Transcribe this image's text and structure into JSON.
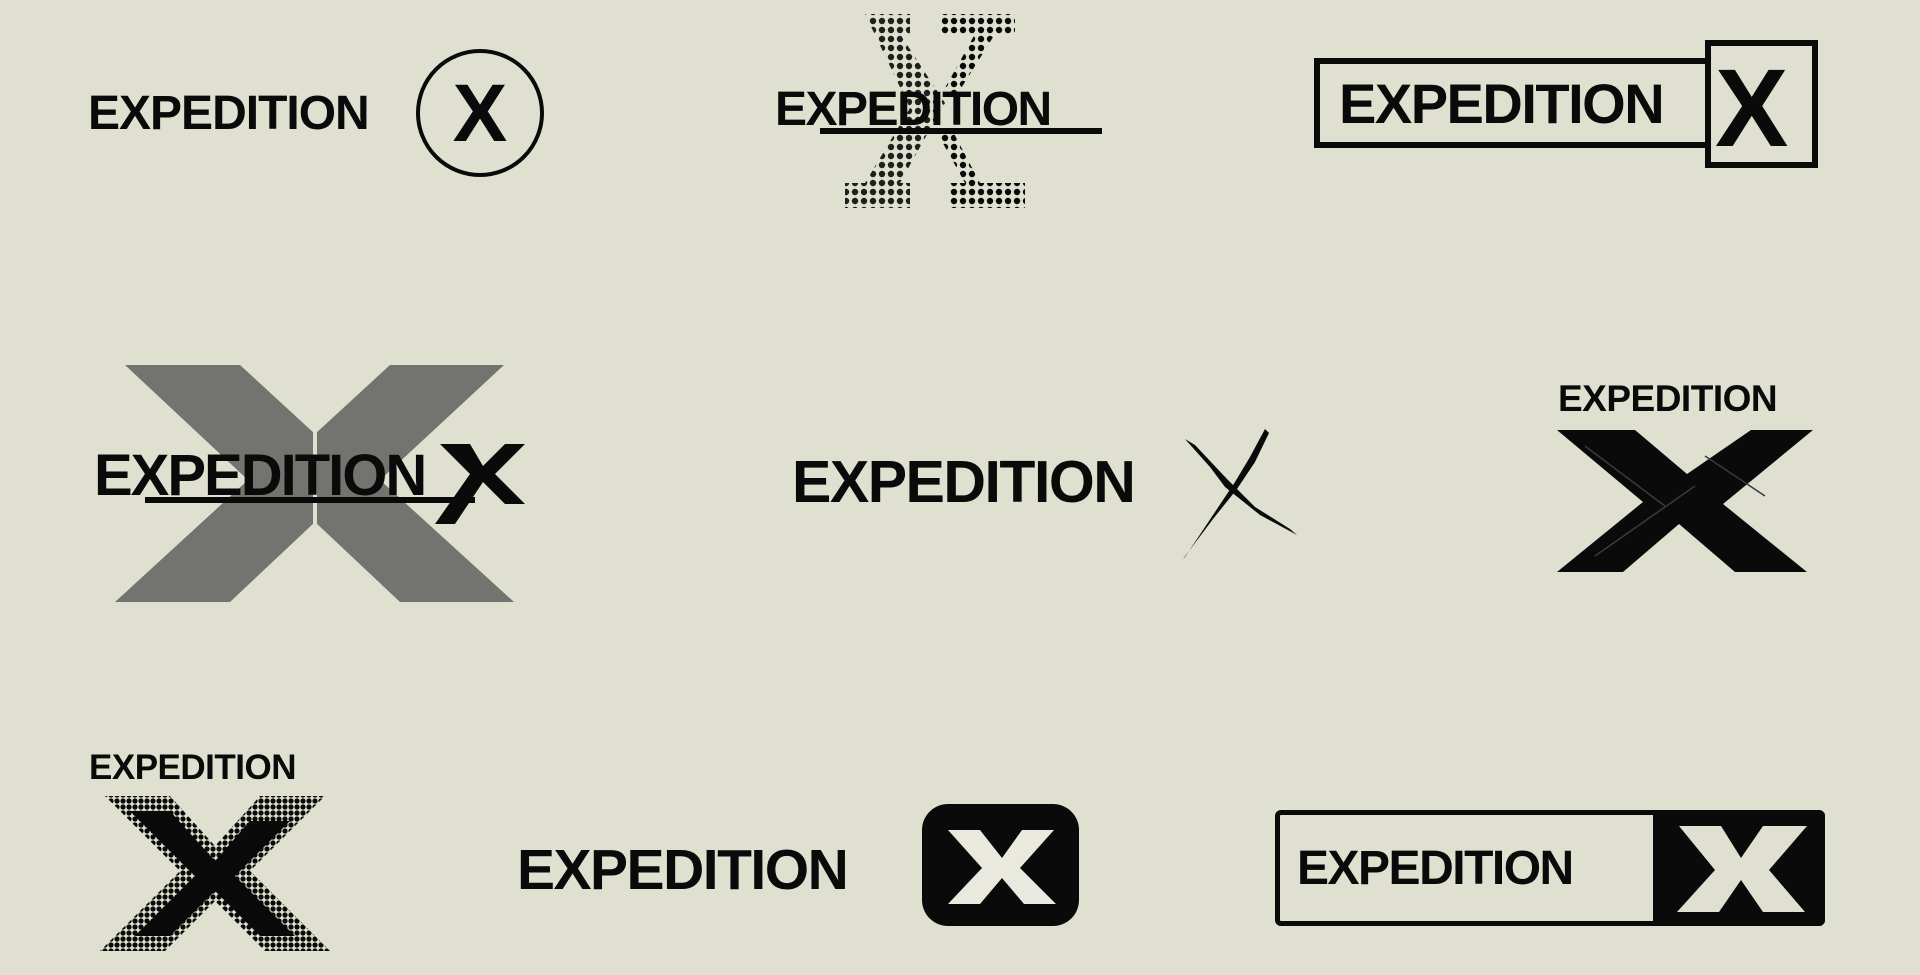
{
  "colors": {
    "background": "#dfe0cf",
    "ink": "#0a0a0a",
    "grey_x": "#737470"
  },
  "logos": [
    {
      "word": "EXPEDITION",
      "mark": "X"
    },
    {
      "word": "EXPEDITION",
      "mark": "X"
    },
    {
      "word": "EXPEDITION",
      "mark": "X"
    },
    {
      "word": "EXPEDITION",
      "mark": "X"
    },
    {
      "word": "EXPEDITION",
      "mark": "X"
    },
    {
      "word": "EXPEDITION",
      "mark": "X"
    },
    {
      "word": "EXPEDITION",
      "mark": "X"
    },
    {
      "word": "EXPEDITION",
      "mark": "X"
    },
    {
      "word": "EXPEDITION",
      "mark": "X"
    }
  ]
}
